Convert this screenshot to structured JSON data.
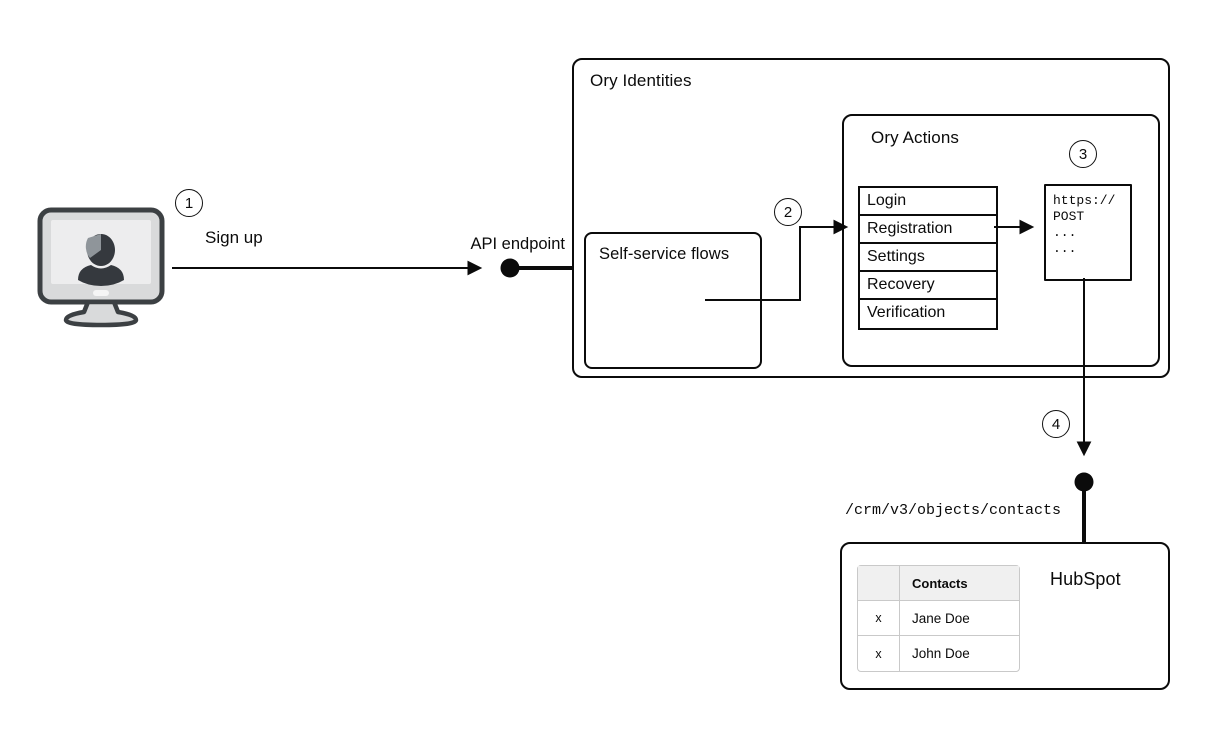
{
  "diagram": {
    "kind": "integration-flow",
    "background": "#ffffff",
    "line_color": "#0b0b0b"
  },
  "steps": {
    "one": "1",
    "two": "2",
    "three": "3",
    "four": "4"
  },
  "client": {
    "icon": "monitor-user-icon",
    "action_label": "Sign up",
    "endpoint_label": "API endpoint"
  },
  "ory": {
    "title": "Ory Identities",
    "self_service": {
      "title": "Self-service flows"
    },
    "actions": {
      "title": "Ory Actions",
      "flows": [
        "Login",
        "Registration",
        "Settings",
        "Recovery",
        "Verification"
      ],
      "webhook": {
        "lines": [
          "https://",
          "POST",
          "...",
          "..."
        ]
      }
    }
  },
  "hubspot": {
    "title": "HubSpot",
    "endpoint_path": "/crm/v3/objects/contacts",
    "table": {
      "header": {
        "check": "",
        "name": "Contacts"
      },
      "rows": [
        {
          "check": "x",
          "name": "Jane Doe"
        },
        {
          "check": "x",
          "name": "John Doe"
        }
      ]
    }
  },
  "colors": {
    "stroke": "#0b0b0b",
    "monitor_outline": "#3c4043",
    "monitor_body": "#d9dadb",
    "monitor_screen": "#ededee",
    "silhouette": "#35393e",
    "table_header_bg": "#f0f0f0",
    "table_border": "#c9c9c9"
  }
}
